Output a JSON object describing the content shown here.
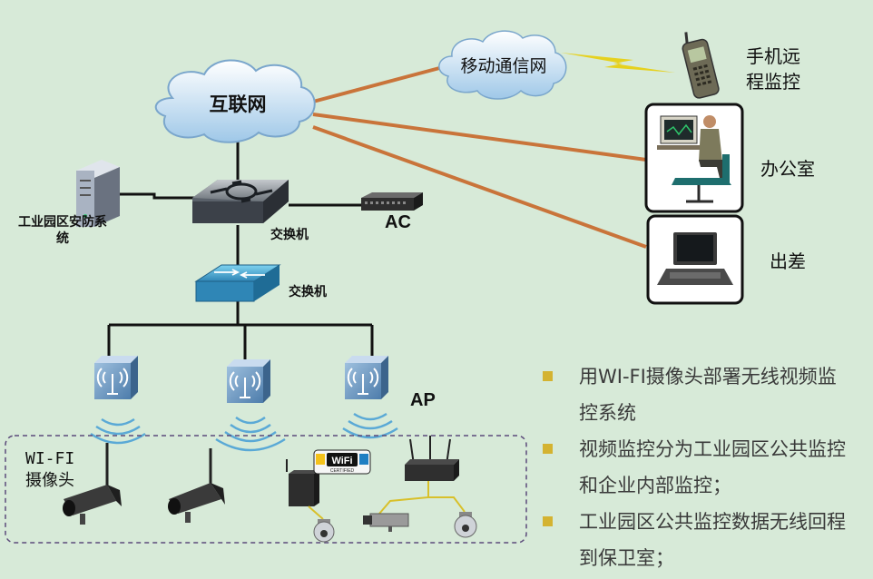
{
  "nodes": {
    "internet": "互联网",
    "mobile_network": "移动通信网",
    "phone_remote": [
      "手机远",
      "程监控"
    ],
    "office": "办公室",
    "business_trip": "出差",
    "security_system": [
      "工业园区安防系",
      "统"
    ],
    "core_switch": "交换机",
    "ac": "AC",
    "access_switch": "交换机",
    "ap": "AP",
    "wifi_camera": [
      "WI-FI",
      "摄像头"
    ],
    "wifi_badge": "WiFi",
    "wifi_badge_sub": "CERTIFIED"
  },
  "bullets": [
    [
      "用WI-FI摄像头部署无线视频监",
      "控系统"
    ],
    [
      "视频监控分为工业园区公共监控",
      "和企业内部监控；"
    ],
    [
      "工业园区公共监控数据无线回程",
      "到保卫室；"
    ]
  ],
  "colors": {
    "background": "#d7ead8",
    "bullet": "#d4b331",
    "wan_link": "#c9743a",
    "lan_link": "#111111",
    "device_blue": "#5a8bb8"
  }
}
